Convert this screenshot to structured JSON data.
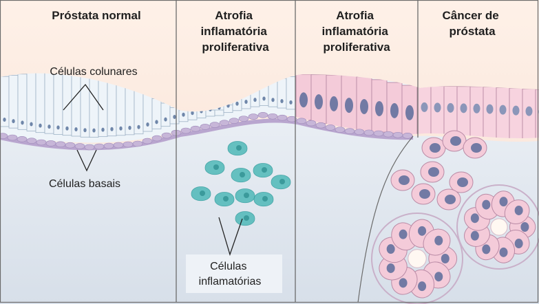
{
  "panels": [
    {
      "title_lines": [
        "Próstata normal"
      ]
    },
    {
      "title_lines": [
        "Atrofia",
        "inflamatória",
        "proliferativa"
      ]
    },
    {
      "title_lines": [
        "Atrofia",
        "inflamatória",
        "proliferativa"
      ]
    },
    {
      "title_lines": [
        "Câncer de",
        "próstata"
      ]
    }
  ],
  "annotations": {
    "columnar_cells": "Células colunares",
    "basal_cells": "Células basais",
    "inflammatory_cells_line1": "Células",
    "inflammatory_cells_line2": "inflamatórias"
  },
  "colors": {
    "background_top": "#fde9dc",
    "stroma": "#dfe6ee",
    "columnar_cell_fill": "#eef4f9",
    "basal_layer": "#c7b6d8",
    "pink_cell_fill": "#f4cbd9",
    "nucleus": "#5b6c9a",
    "inflammatory_cell": "#4fb9b8",
    "divider": "#6b6b6b"
  }
}
